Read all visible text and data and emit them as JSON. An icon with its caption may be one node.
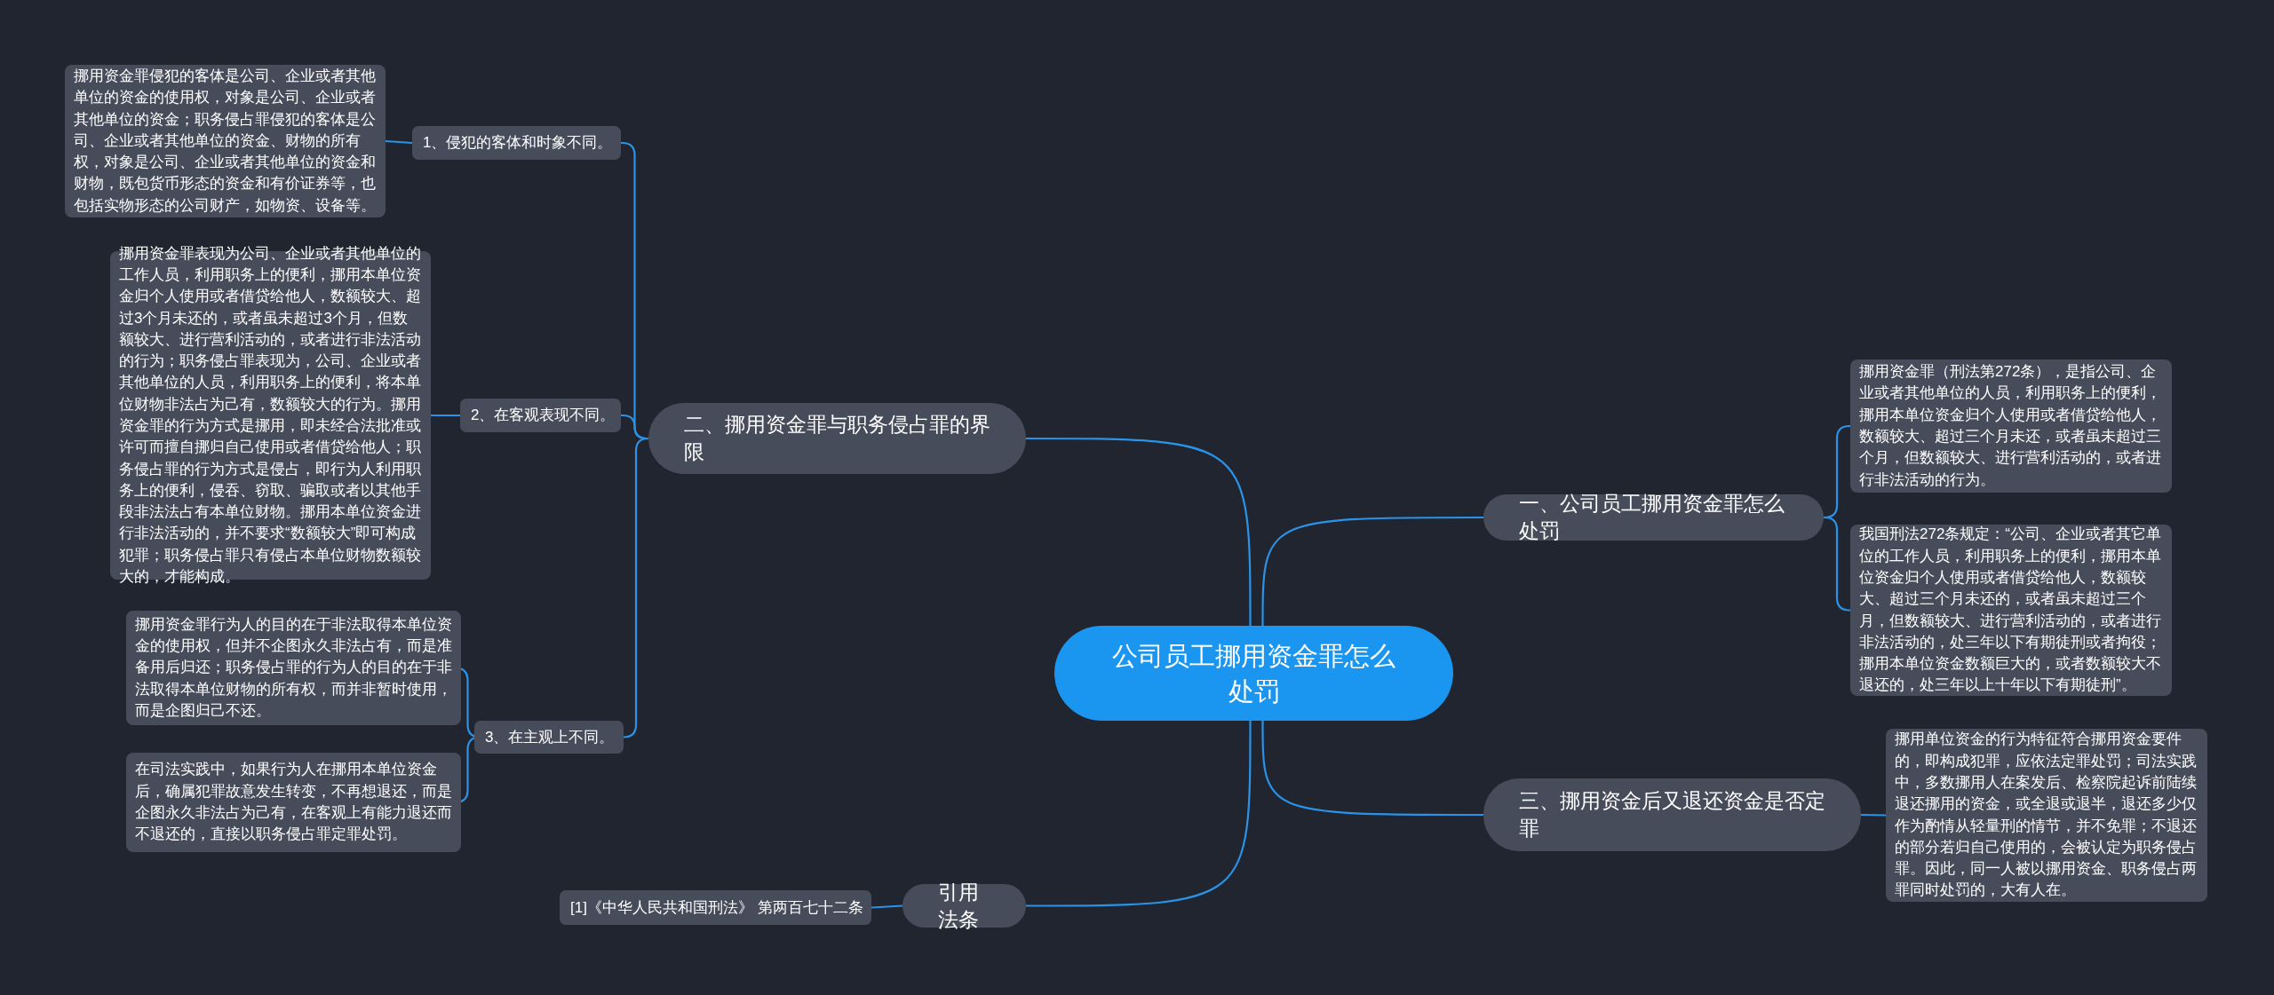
{
  "diagram": {
    "nodes": [
      {
        "text": [
          "公司员工挪用资金罪怎么处罚"
        ]
      },
      {
        "text": [
          "一、公司员工挪用资金罪怎么处罚"
        ]
      },
      {
        "text": [
          "挪用资金罪（刑法第272条），是指公司、企业或者其他单位的人员，利用职务上的便利，挪用本单位资金归个人使用或者借贷给他人，数额较大、超过三个月未还，或者虽未超过三个月，但数额较大、进行营利活动的，或者进行非法活动的行为。"
        ]
      },
      {
        "text": [
          "我国刑法272条规定：“公司、企业或者其它单位的工作人员，利用职务上的便利，挪用本单位资金归个人使用或者借贷给他人，数额较大、超过三个月未还的，或者虽未超过三个月，但数额较大、进行营利活动的，或者进行非法活动的，处三年以下有期徒刑或者拘役；挪用本单位资金数额巨大的，或者数额较大不退还的，处三年以上十年以下有期徒刑”。"
        ]
      },
      {
        "text": [
          "二、挪用资金罪与职务侵占罪的界限"
        ]
      },
      {
        "text": [
          "1、侵犯的客体和时象不同。"
        ]
      },
      {
        "text": [
          "挪用资金罪侵犯的客体是公司、企业或者其他单位的资金的使用权，对象是公司、企业或者其他单位的资金；职务侵占罪侵犯的客体是公司、企业或者其他单位的资金、财物的所有权，对象是公司、企业或者其他单位的资金和财物，既包货币形态的资金和有价证券等，也包括实物形态的公司财产，如物资、设备等。"
        ]
      },
      {
        "text": [
          "2、在客观表现不同。"
        ]
      },
      {
        "text": [
          "挪用资金罪表现为公司、企业或者其他单位的工作人员，利用职务上的便利，挪用本单位资金归个人使用或者借贷给他人，数额较大、超过3个月未还的，或者虽未超过3个月，但数额较大、进行营利活动的，或者进行非法活动的行为；职务侵占罪表现为，公司、企业或者其他单位的人员，利用职务上的便利，将本单位财物非法占为己有，数额较大的行为。挪用资金罪的行为方式是挪用，即未经合法批准或许可而擅自挪归自己使用或者借贷给他人；职务侵占罪的行为方式是侵占，即行为人利用职务上的便利，侵吞、窃取、骗取或者以其他手段非法法占有本单位财物。挪用本单位资金进行非法活动的，并不要求“数额较大”即可构成犯罪；职务侵占罪只有侵占本单位财物数额较大的，才能构成。"
        ]
      },
      {
        "text": [
          "3、在主观上不同。"
        ]
      },
      {
        "text": [
          "挪用资金罪行为人的目的在于非法取得本单位资金的使用权，但并不企图永久非法占有，而是准备用后归还；职务侵占罪的行为人的目的在于非法取得本单位财物的所有权，而并非暂时使用，而是企图归己不还。"
        ]
      },
      {
        "text": [
          "在司法实践中，如果行为人在挪用本单位资金后，确属犯罪故意发生转变，不再想退还，而是企图永久非法占为己有，在客观上有能力退还而不退还的，直接以职务侵占罪定罪处罚。"
        ]
      },
      {
        "text": [
          "三、挪用资金后又退还资金是否定罪"
        ]
      },
      {
        "text": [
          "挪用单位资金的行为特征符合挪用资金要件的，即构成犯罪，应依法定罪处罚；司法实践中，多数挪用人在案发后、检察院起诉前陆续退还挪用的资金，或全退或退半，退还多少仅作为酌情从轻量刑的情节，并不免罪；不退还的部分若归自己使用的，会被认定为职务侵占罪。因此，同一人被以挪用资金、职务侵占两罪同时处罚的，大有人在。"
        ]
      },
      {
        "text": [
          "引用法条"
        ]
      },
      {
        "text": [
          "[1]《中华人民共和国刑法》 第两百七十二条"
        ]
      }
    ],
    "edges": [
      {
        "from": 0,
        "to": 1,
        "arrow": "none"
      },
      {
        "from": 1,
        "to": 2,
        "arrow": "none"
      },
      {
        "from": 1,
        "to": 3,
        "arrow": "none"
      },
      {
        "from": 0,
        "to": 4,
        "arrow": "none"
      },
      {
        "from": 4,
        "to": 5,
        "arrow": "none"
      },
      {
        "from": 5,
        "to": 6,
        "arrow": "none"
      },
      {
        "from": 4,
        "to": 7,
        "arrow": "none"
      },
      {
        "from": 7,
        "to": 8,
        "arrow": "none"
      },
      {
        "from": 4,
        "to": 9,
        "arrow": "none"
      },
      {
        "from": 9,
        "to": 10,
        "arrow": "none"
      },
      {
        "from": 9,
        "to": 11,
        "arrow": "none"
      },
      {
        "from": 0,
        "to": 12,
        "arrow": "none"
      },
      {
        "from": 12,
        "to": 13,
        "arrow": "none"
      },
      {
        "from": 0,
        "to": 14,
        "arrow": "none"
      },
      {
        "from": 14,
        "to": 15,
        "arrow": "none"
      }
    ]
  }
}
